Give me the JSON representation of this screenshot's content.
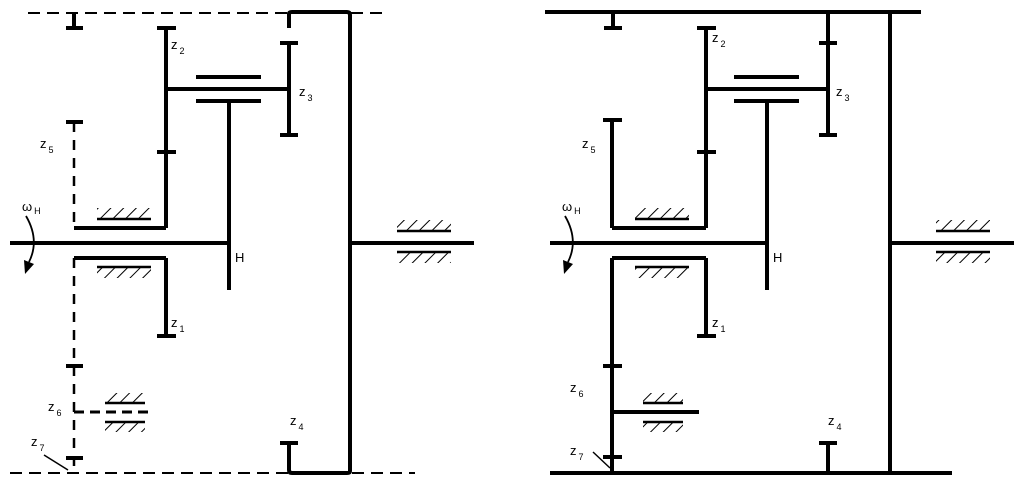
{
  "colors": {
    "stroke": "#000000",
    "background": "#ffffff"
  },
  "left_diagram": {
    "labels": {
      "z2": {
        "main": "z",
        "sub": "2"
      },
      "z3": {
        "main": "z",
        "sub": "3"
      },
      "z5": {
        "main": "z",
        "sub": "5"
      },
      "wH": {
        "main": "ω",
        "sub": "H"
      },
      "H": {
        "main": "H"
      },
      "z1": {
        "main": "z",
        "sub": "1"
      },
      "z6": {
        "main": "z",
        "sub": "6"
      },
      "z4": {
        "main": "z",
        "sub": "4"
      },
      "z7": {
        "main": "z",
        "sub": "7"
      }
    }
  },
  "right_diagram": {
    "labels": {
      "z2": {
        "main": "z",
        "sub": "2"
      },
      "z3": {
        "main": "z",
        "sub": "3"
      },
      "z5": {
        "main": "z",
        "sub": "5"
      },
      "wH": {
        "main": "ω",
        "sub": "H"
      },
      "H": {
        "main": "H"
      },
      "z1": {
        "main": "z",
        "sub": "1"
      },
      "z6": {
        "main": "z",
        "sub": "6"
      },
      "z4": {
        "main": "z",
        "sub": "4"
      },
      "z7": {
        "main": "z",
        "sub": "7"
      }
    }
  }
}
